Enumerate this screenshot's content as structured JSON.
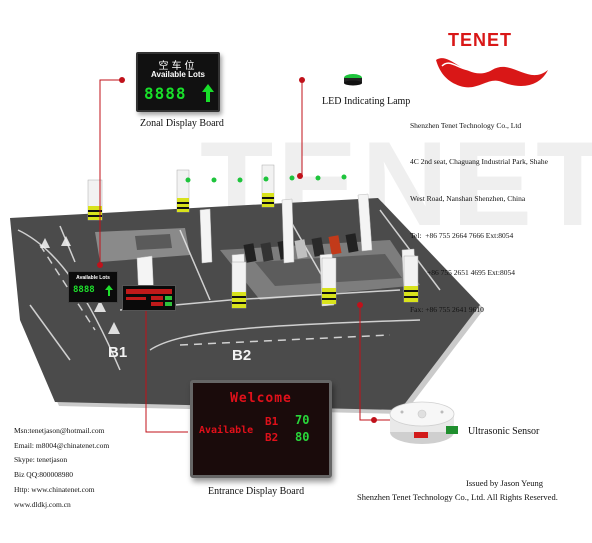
{
  "logo": {
    "text": "TENET",
    "color": "#e01b1b"
  },
  "zonal_board": {
    "chinese_text": "空车位",
    "available_text": "Available Lots",
    "digits": "8888",
    "arrow_icon": "up-arrow-icon",
    "label": "Zonal Display Board"
  },
  "map_small_board": {
    "available_text": "Available Lots",
    "digits": "8888"
  },
  "led_lamp": {
    "label": "LED Indicating Lamp",
    "color": "#1ec43c"
  },
  "company": {
    "name": "Shenzhen Tenet Technology Co., Ltd",
    "address_line1": "4C 2nd seat, Chaguang Industrial Park, Shahe",
    "address_line2": "West Road, Nanshan Shenzhen, China",
    "tel1": "Tel:  +86 755 2664 7666 Ext:8054",
    "tel2": "+86 755 2651 4695 Ext:8054",
    "fax": "Fax: +86 755 2641 9610"
  },
  "map": {
    "zone_b1": "B1",
    "zone_b2": "B2"
  },
  "entrance_board": {
    "welcome": "Welcome",
    "available": "Available",
    "b1_label": "B1",
    "b1_value": "70",
    "b2_label": "B2",
    "b2_value": "80",
    "label": "Entrance Display Board"
  },
  "sensor": {
    "label": "Ultrasonic Sensor"
  },
  "contacts": [
    "Msn:tenetjason@hotmail.com",
    "Email: m8004@chinatenet.com",
    "Skype: tenetjason",
    "Biz QQ:800008980",
    "Http: www.chinatenet.com",
    "www.dldkj.com.cn"
  ],
  "footer": {
    "issued": "Issued by Jason Yeung",
    "rights": "Shenzhen Tenet Technology Co., Ltd. All Rights Reserved."
  },
  "colors": {
    "callout_line": "#c0111a",
    "asphalt": "#4a4a4a",
    "pillar_stripe": "#d8e21c"
  }
}
